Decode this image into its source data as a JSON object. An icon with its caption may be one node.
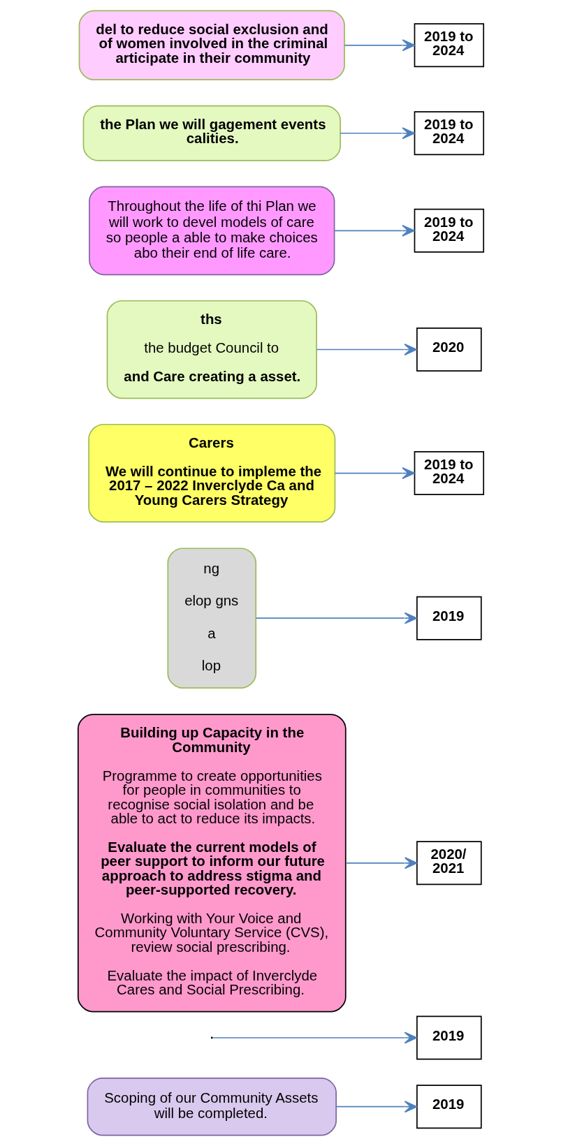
{
  "diagram": {
    "nodes": [
      {
        "text": [
          "Scoping of our Community Assets will be completed."
        ]
      },
      {
        "text": [
          "2019"
        ]
      },
      {
        "text": [
          "2019"
        ]
      },
      {
        "text": [
          "Building up Capacity in the Community",
          "Programme to create opportunities for people in communities to recognise social isolation and be able to act to reduce its impacts.",
          "Evaluate the current models of peer support to inform our future approach to address stigma and peer-supported recovery.",
          "Working with Your Voice and Community Voluntary Service (CVS), review social prescribing.",
          "Evaluate the impact of Inverclyde Cares and Social Prescribing."
        ]
      },
      {
        "text": [
          "ng",
          "elop gns",
          "a",
          "lop"
        ]
      },
      {
        "text": [
          "2019"
        ]
      },
      {
        "text": [
          "2020/ 2021"
        ]
      },
      {
        "text": [
          "2019 to 2024"
        ]
      },
      {
        "text": [
          "Carers",
          "We will continue to impleme the 2017 – 2022 Inverclyde Ca and Young Carers Strategy"
        ]
      },
      {
        "text": [
          "ths",
          "the budget Council to",
          "and Care creating a asset."
        ]
      },
      {
        "text": [
          "2020"
        ]
      },
      {
        "text": [
          "2019 to 2024"
        ]
      },
      {
        "text": [
          "Throughout the life of thi Plan we will work to devel models of care so people a able to make choices abo their end of life care."
        ]
      },
      {
        "text": [
          "the Plan we will gagement events calities."
        ]
      },
      {
        "text": [
          "2019 to 2024"
        ]
      },
      {
        "text": [
          "del to reduce social exclusion and of women involved in the criminal articipate in their community"
        ]
      },
      {
        "text": [
          "2019 to 2024"
        ]
      }
    ],
    "edges": [
      {
        "from": 0,
        "to": 1,
        "arrow": "to"
      },
      {
        "from": null,
        "to": 2,
        "arrow": "to"
      },
      {
        "from": 4,
        "to": 5,
        "arrow": "to"
      },
      {
        "from": 3,
        "to": 6,
        "arrow": "to"
      },
      {
        "from": 8,
        "to": 7,
        "arrow": "to"
      },
      {
        "from": 9,
        "to": 10,
        "arrow": "to"
      },
      {
        "from": 12,
        "to": 11,
        "arrow": "to"
      },
      {
        "from": 13,
        "to": 14,
        "arrow": "to"
      },
      {
        "from": 15,
        "to": 16,
        "arrow": "to"
      }
    ]
  }
}
